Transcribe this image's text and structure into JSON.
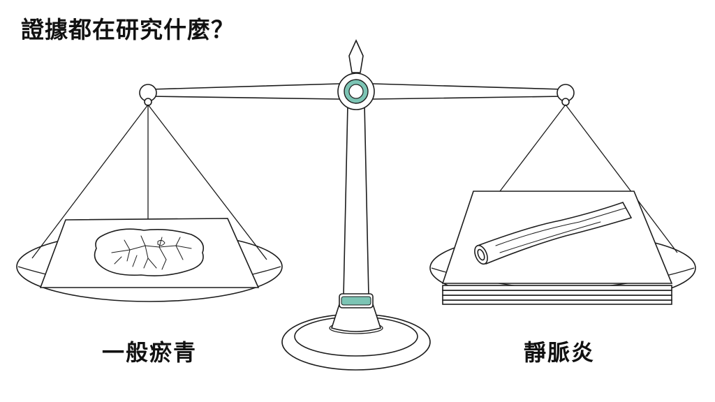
{
  "title": "證據都在研究什麼？",
  "left_pan": {
    "label": "一般瘀青",
    "item_icon": "bruise-icon"
  },
  "right_pan": {
    "label": "靜脈炎",
    "item_icon": "vein-icon"
  },
  "colors": {
    "accent": "#7cc4b4",
    "line": "#1c1c1c",
    "background": "#ffffff"
  }
}
